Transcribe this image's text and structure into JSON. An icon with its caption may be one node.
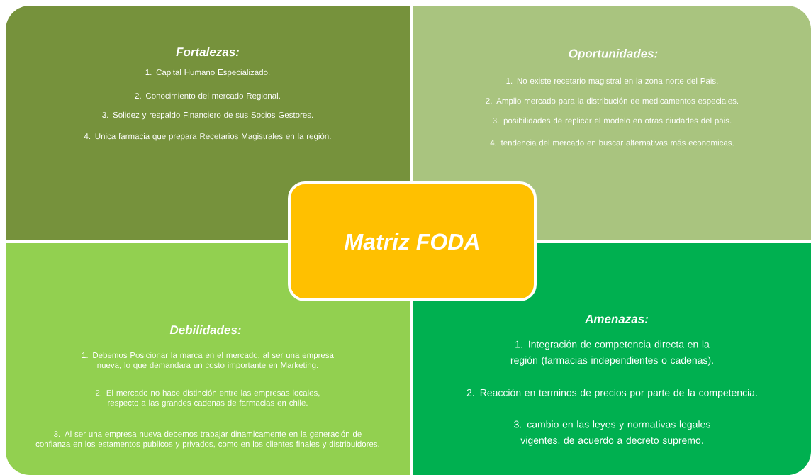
{
  "diagram": {
    "nodes": [
      {
        "text": [
          "*Fortalezas*:",
          "1. Capital Humano Especializado.",
          "2. Conocimiento del mercado Regional.",
          "3. Solidez y respaldo Financiero de sus Socios Gestores.",
          "4. Unica farmacia que prepara Recetarios Magistrales en la región."
        ]
      },
      {
        "text": [
          "*Oportunidades*:",
          "1. No existe recetario magistral en la zona norte del Pais.",
          "2. Amplio mercado para la distribución de medicamentos especiales.",
          "3. posibilidades de replicar el modelo en otras ciudades del pais.",
          "4. tendencia del mercado en buscar alternativas más economicas."
        ]
      },
      {
        "text": [
          "*Debilidades*:",
          "1. Debemos Posicionar la marca en el mercado, al ser una empresa nueva, lo que demandara un costo importante en Marketing.",
          "2. El mercado no hace distinción entre las empresas locales, respecto a las grandes cadenas de farmacias en chile.",
          "3. Al ser una empresa nueva debemos trabajar dinamicamente en la generación de confianza en los estamentos publicos y privados, como en los clientes finales y distribuidores."
        ]
      },
      {
        "text": [
          "Amenazas:",
          "1. Integración de competencia directa en la región (farmacias independientes o cadenas).",
          "2. Reacción en terminos de precios por parte de la competencia.",
          "3. cambio en las leyes y normativas legales vigentes, de acuerdo a decreto supremo."
        ]
      },
      {
        "text": [
          "Matriz FODA"
        ]
      }
    ]
  }
}
